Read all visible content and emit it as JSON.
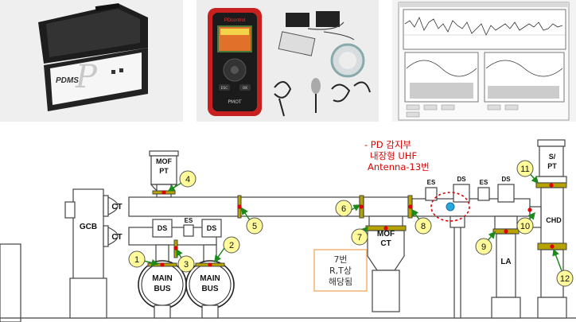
{
  "photos": {
    "case_brand": "PDMS",
    "handheld_brand": "PDcontrol",
    "handheld_keys": [
      "ESC",
      "OK"
    ],
    "handheld_footer": "PMOT"
  },
  "diagram": {
    "labels": {
      "gcb": "GCB",
      "ct_upper": "CT",
      "ct_lower": "CT",
      "mof_pt_line1": "MOF",
      "mof_pt_line2": "PT",
      "ds_left": "DS",
      "es_left": "ES",
      "ds_right_left": "DS",
      "main_bus_1_line1": "MAIN",
      "main_bus_1_line2": "BUS",
      "main_bus_2_line1": "MAIN",
      "main_bus_2_line2": "BUS",
      "mof_ct_line1": "MOF",
      "mof_ct_line2": "CT",
      "es_right": "ES",
      "ds_mid": "DS",
      "es_right2": "ES",
      "ds_far": "DS",
      "spt_line1": "S/",
      "spt_line2": "PT",
      "chd": "CHD",
      "la": "LA"
    },
    "annotation": {
      "line1": "- PD 감지부",
      "line2": "내장형 UHF",
      "line3": "Antenna-13번"
    },
    "note": {
      "line1": "7번",
      "line2": "R,T상",
      "line3": "해당됨"
    },
    "callouts": [
      "1",
      "2",
      "3",
      "4",
      "5",
      "6",
      "7",
      "8",
      "9",
      "10",
      "11",
      "12"
    ]
  }
}
